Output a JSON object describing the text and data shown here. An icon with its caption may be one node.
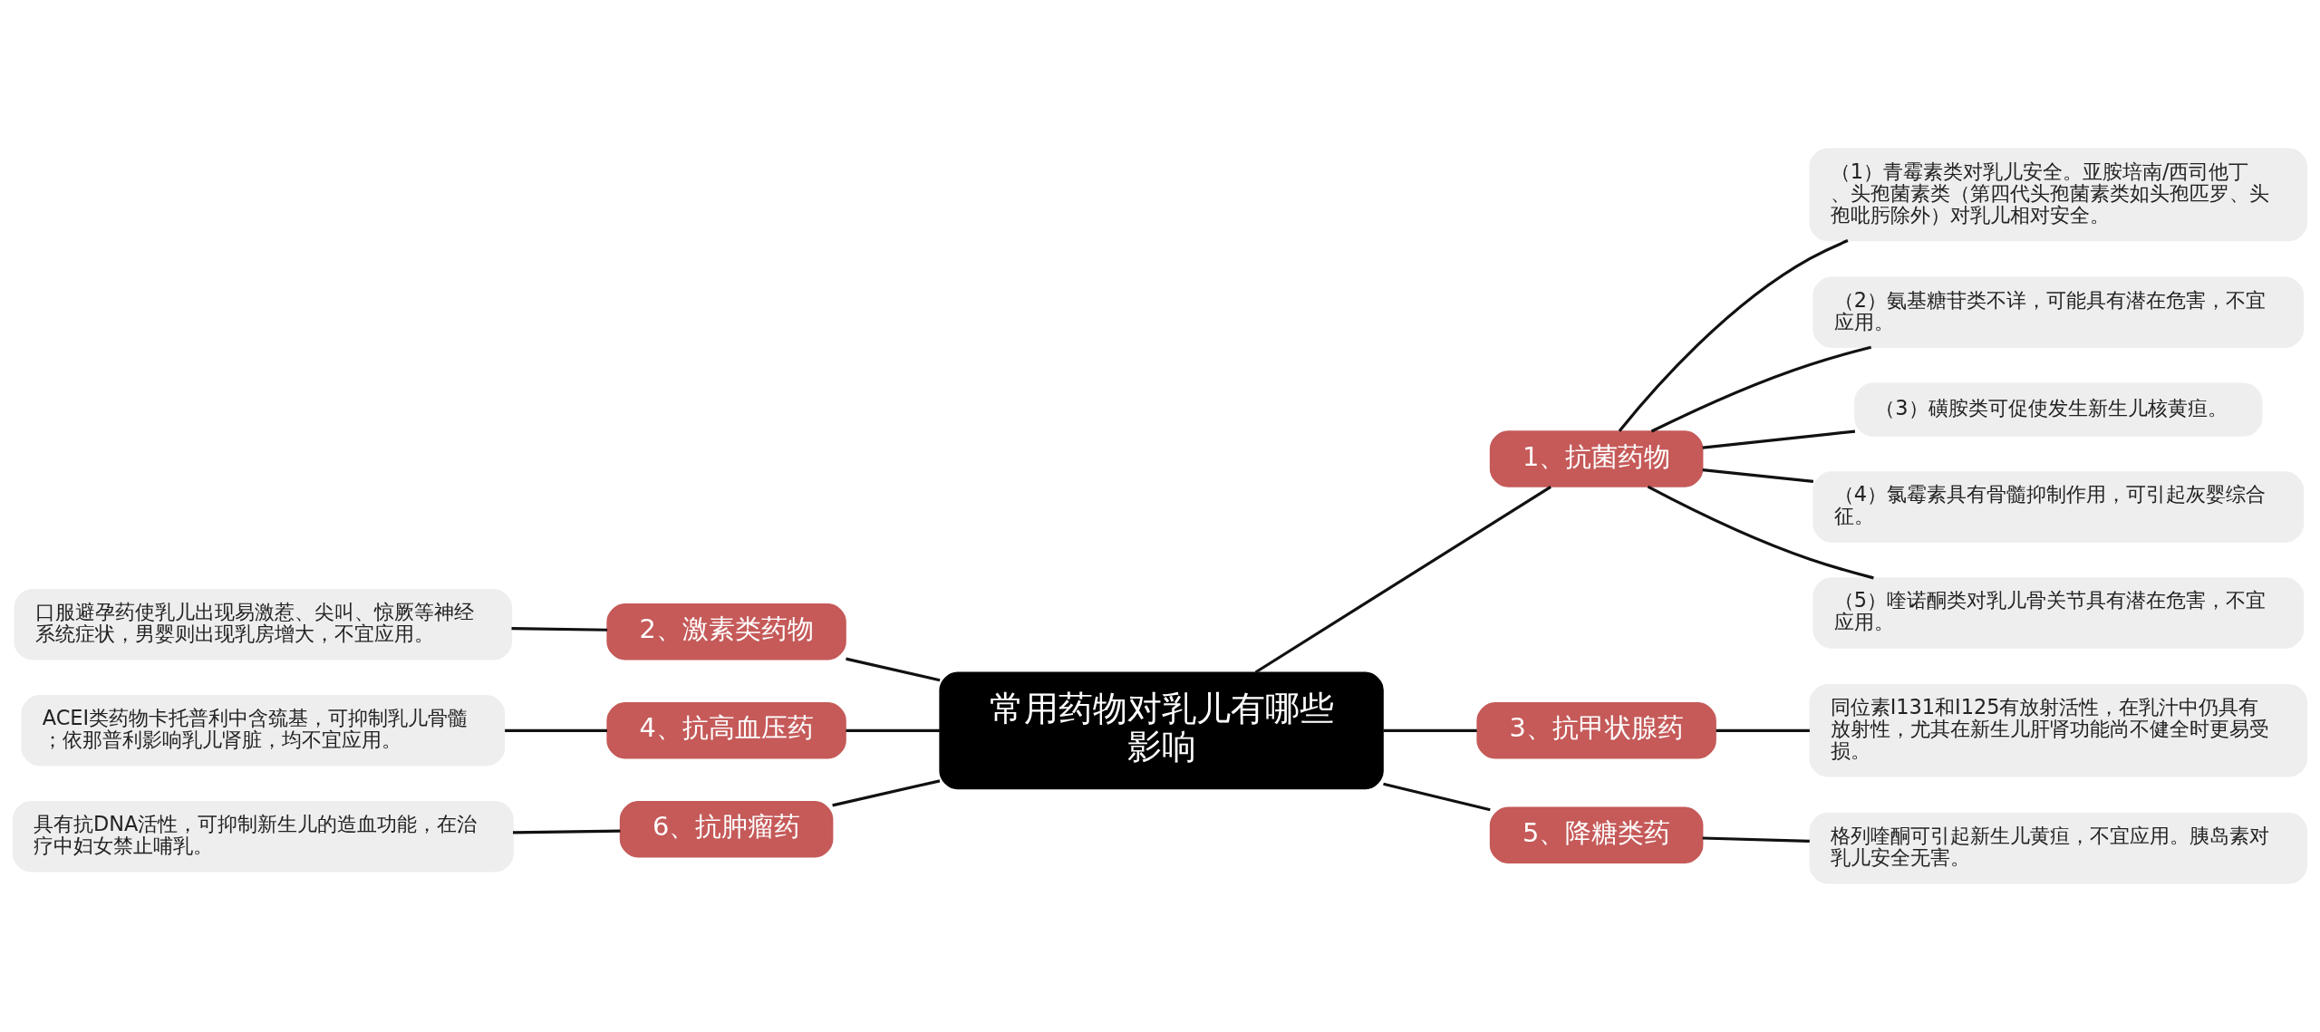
{
  "diagram": {
    "nodes": [
      {
        "text": [
          "常用药物对乳儿有哪些影响"
        ]
      },
      {
        "text": [
          "1、抗菌药物"
        ]
      },
      {
        "text": [
          "（1）青霉素类对乳儿安全。亚胺培南/西司他丁、头孢菌素类（第四代头孢菌素类如头孢匹罗、头孢吡肟除外）对乳儿相对安全。"
        ]
      },
      {
        "text": [
          "（2）氨基糖苷类不详，可能具有潜在危害，不宜应用。"
        ]
      },
      {
        "text": [
          "（3）磺胺类可促使发生新生儿核黄疸。"
        ]
      },
      {
        "text": [
          "（4）氯霉素具有骨髓抑制作用，可引起灰婴综合征。"
        ]
      },
      {
        "text": [
          "（5）喹诺酮类对乳儿骨关节具有潜在危害，不宜应用。"
        ]
      },
      {
        "text": [
          "2、激素类药物"
        ]
      },
      {
        "text": [
          "口服避孕药使乳儿出现易激惹、尖叫、惊厥等神经系统症状，男婴则出现乳房增大，不宜应用。"
        ]
      },
      {
        "text": [
          "3、抗甲状腺药"
        ]
      },
      {
        "text": [
          "同位素I131和I125有放射活性，在乳汁中仍具有放射性，尤其在新生儿肝肾功能尚不健全时更易受损。"
        ]
      },
      {
        "text": [
          "4、抗高血压药"
        ]
      },
      {
        "text": [
          "ACEI类药物卡托普利中含巯基，可抑制乳儿骨髓；依那普利影响乳儿肾脏，均不宜应用。"
        ]
      },
      {
        "text": [
          "5、降糖类药"
        ]
      },
      {
        "text": [
          "格列喹酮可引起新生儿黄疸，不宜应用。胰岛素对乳儿安全无害。"
        ]
      },
      {
        "text": [
          "6、抗肿瘤药"
        ]
      },
      {
        "text": [
          "具有抗DNA活性，可抑制新生儿的造血功能，在治疗中妇女禁止哺乳。"
        ]
      }
    ],
    "edges": [
      {
        "from": 0,
        "to": 1,
        "arrow": "none"
      },
      {
        "from": 1,
        "to": 2,
        "arrow": "none"
      },
      {
        "from": 1,
        "to": 3,
        "arrow": "none"
      },
      {
        "from": 1,
        "to": 4,
        "arrow": "none"
      },
      {
        "from": 1,
        "to": 5,
        "arrow": "none"
      },
      {
        "from": 1,
        "to": 6,
        "arrow": "none"
      },
      {
        "from": 0,
        "to": 7,
        "arrow": "none"
      },
      {
        "from": 7,
        "to": 8,
        "arrow": "none"
      },
      {
        "from": 0,
        "to": 9,
        "arrow": "none"
      },
      {
        "from": 9,
        "to": 10,
        "arrow": "none"
      },
      {
        "from": 0,
        "to": 11,
        "arrow": "none"
      },
      {
        "from": 11,
        "to": 12,
        "arrow": "none"
      },
      {
        "from": 0,
        "to": 13,
        "arrow": "none"
      },
      {
        "from": 13,
        "to": 14,
        "arrow": "none"
      },
      {
        "from": 0,
        "to": 15,
        "arrow": "none"
      },
      {
        "from": 15,
        "to": 16,
        "arrow": "none"
      }
    ]
  }
}
